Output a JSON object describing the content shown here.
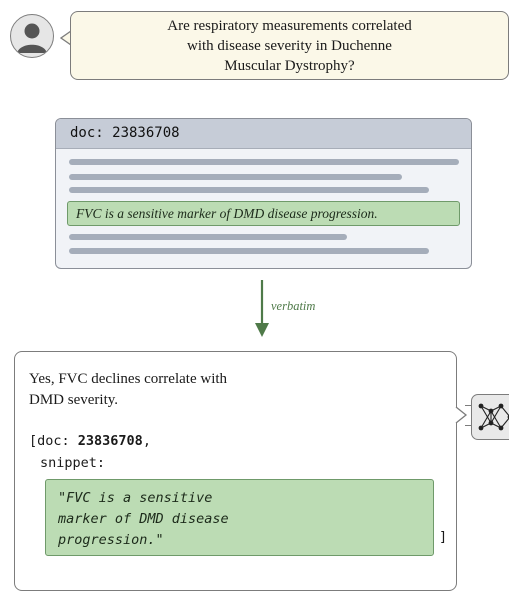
{
  "question": {
    "lines": [
      "Are respiratory measurements correlated",
      "with disease severity in Duchenne",
      "Muscular Dystrophy?"
    ]
  },
  "document": {
    "header": "doc: 23836708",
    "highlight": "FVC is a sensitive marker of DMD disease progression."
  },
  "arrow": {
    "label": "verbatim"
  },
  "answer": {
    "text_lines": [
      "Yes, FVC declines correlate with",
      "DMD severity."
    ],
    "cite_prefix": "[doc: ",
    "doc_id": "23836708",
    "cite_suffix": ",",
    "snippet_label": "snippet:",
    "snippet_lines": [
      "\"FVC is a sensitive",
      "marker of DMD disease",
      "progression.\""
    ],
    "close_bracket": "]"
  },
  "icons": {
    "user": "user-avatar-icon",
    "model": "neural-network-icon"
  },
  "colors": {
    "question_bg": "#fbf8e8",
    "doc_header_bg": "#c6ccd7",
    "highlight_bg": "#bcdcb4",
    "arrow": "#4f7a49"
  }
}
